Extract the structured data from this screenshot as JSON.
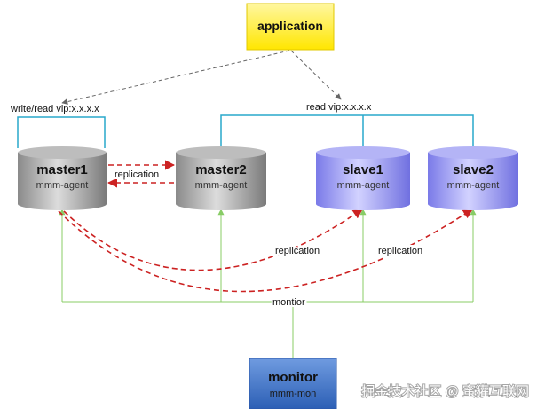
{
  "application": {
    "title": "application"
  },
  "vips": {
    "write_read": "write/read vip:x.x.x.x",
    "read": "read vip:x.x.x.x"
  },
  "nodes": {
    "master1": {
      "title": "master1",
      "sub": "mmm-agent"
    },
    "master2": {
      "title": "master2",
      "sub": "mmm-agent"
    },
    "slave1": {
      "title": "slave1",
      "sub": "mmm-agent"
    },
    "slave2": {
      "title": "slave2",
      "sub": "mmm-agent"
    },
    "monitor": {
      "title": "monitor",
      "sub": "mmm-mon"
    }
  },
  "labels": {
    "replication_masters": "replication",
    "replication_slave1": "replication",
    "replication_slave2": "replication",
    "monitor_bus": "montior"
  },
  "watermark": "掘金技术社区 @ 蜜獾互联网",
  "colors": {
    "app_fill": "#ffee00",
    "master_fill": "#a8a8a8",
    "slave_fill": "#9a9af0",
    "monitor_fill": "#3a6fc4",
    "vip_line": "#29a8cc",
    "monitor_line": "#88cc66",
    "replication": "#cc2222",
    "app_arrow": "#666666"
  }
}
